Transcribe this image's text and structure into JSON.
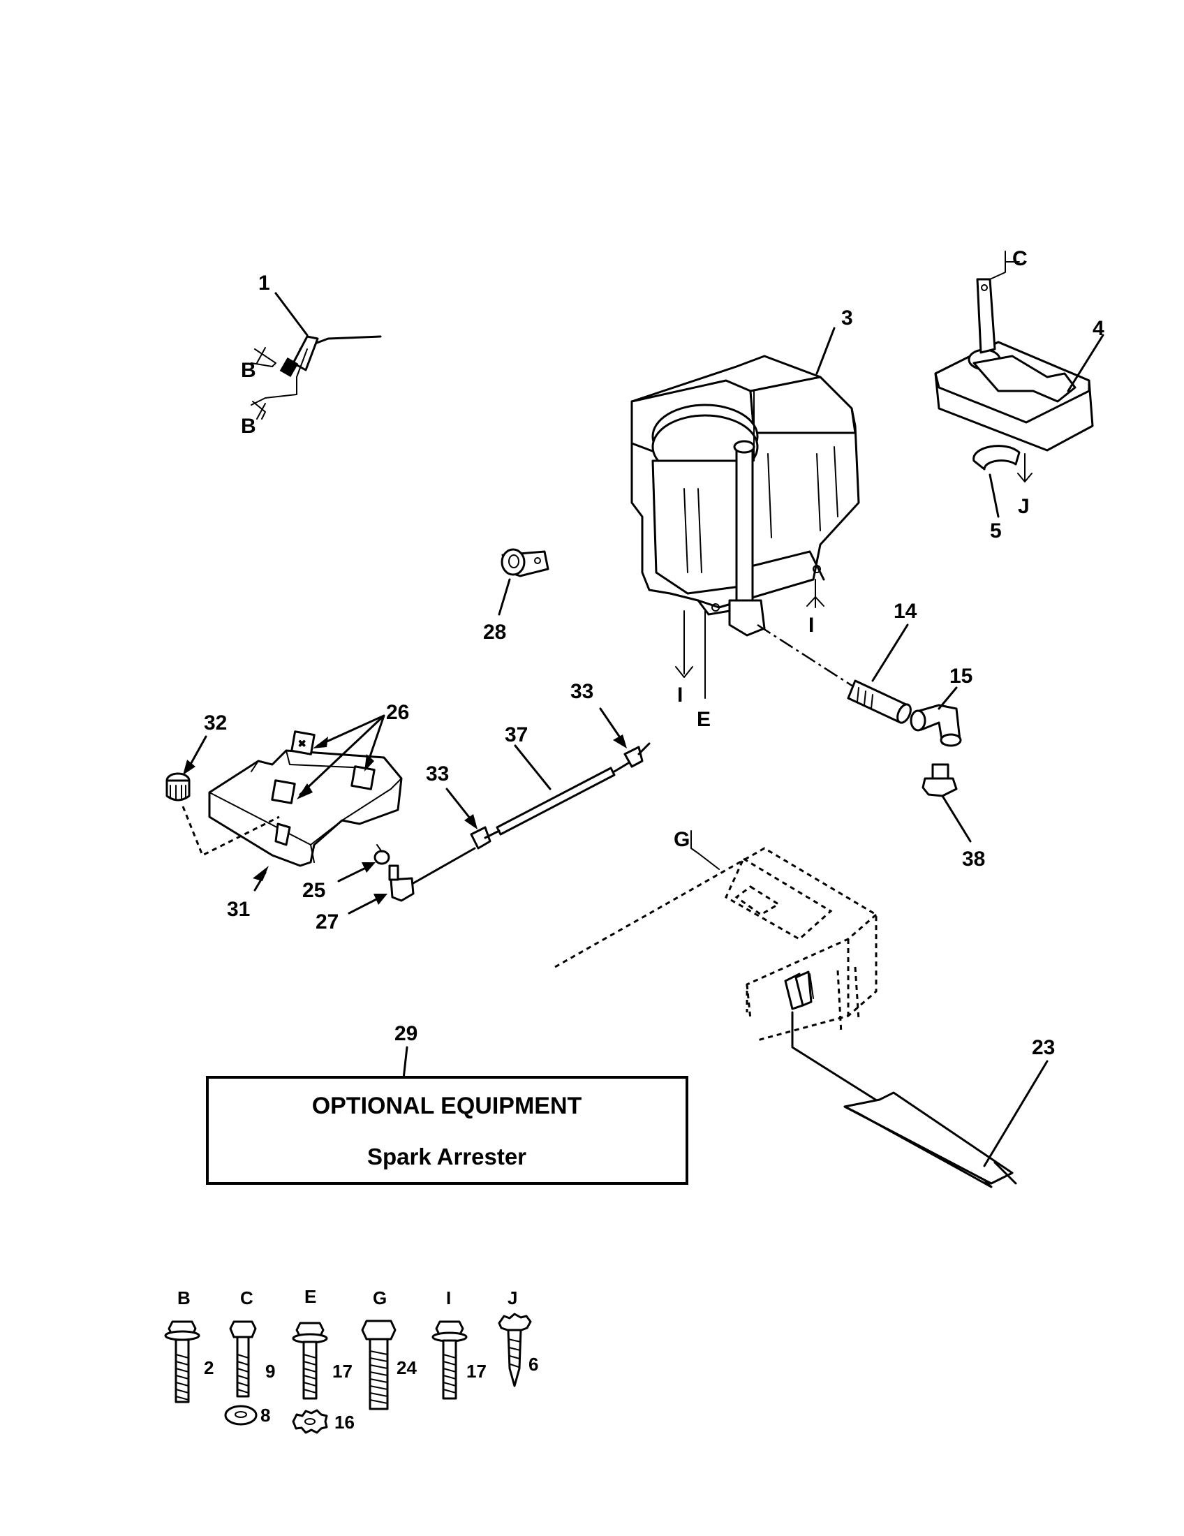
{
  "callouts": {
    "c1": "1",
    "c3": "3",
    "c4": "4",
    "c5": "5",
    "c14": "14",
    "c15": "15",
    "c23": "23",
    "c25": "25",
    "c26": "26",
    "c27": "27",
    "c28": "28",
    "c29": "29",
    "c31": "31",
    "c32": "32",
    "c33a": "33",
    "c33b": "33",
    "c37": "37",
    "c38": "38"
  },
  "letters": {
    "b1": "B",
    "b2": "B",
    "c": "C",
    "j": "J",
    "i1": "I",
    "i2": "I",
    "e": "E",
    "g": "G"
  },
  "optional_box": {
    "title": "OPTIONAL EQUIPMENT",
    "subtitle": "Spark Arrester"
  },
  "fastener_key": [
    {
      "letter": "B",
      "size": "2"
    },
    {
      "letter": "C",
      "size": "9",
      "washer": "8"
    },
    {
      "letter": "E",
      "size": "17",
      "washer": "16"
    },
    {
      "letter": "G",
      "size": "24"
    },
    {
      "letter": "I",
      "size": "17"
    },
    {
      "letter": "J",
      "size": "6"
    }
  ]
}
